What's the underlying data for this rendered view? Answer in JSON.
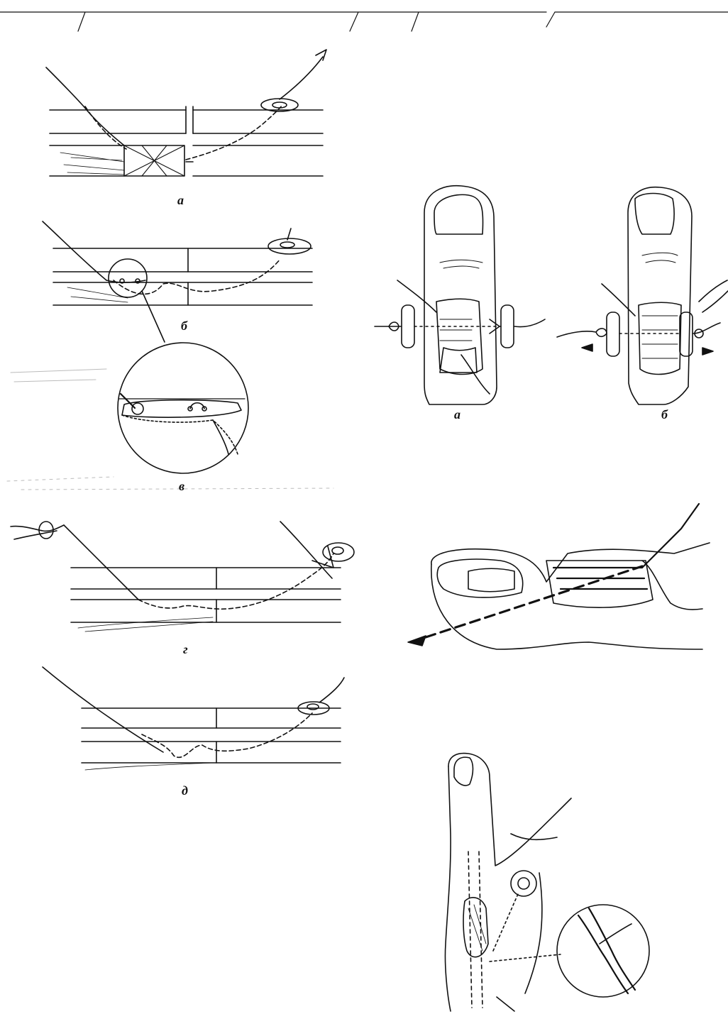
{
  "page": {
    "background": "#ffffff",
    "ink": "#111111"
  },
  "figures": {
    "left_column": {
      "a": {
        "caption": "а"
      },
      "b": {
        "caption": "б"
      },
      "v": {
        "caption": "в"
      },
      "g": {
        "caption": "г"
      },
      "d": {
        "caption": "д"
      }
    },
    "right_column": {
      "top_left": {
        "caption": "а"
      },
      "top_right": {
        "caption": "б"
      }
    }
  }
}
